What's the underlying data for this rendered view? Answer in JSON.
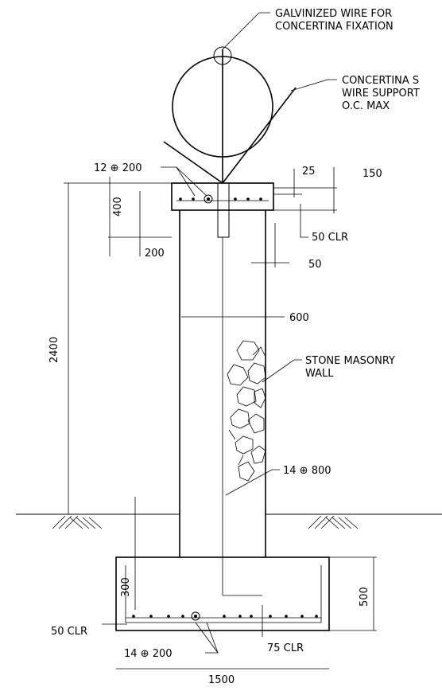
{
  "notes": {
    "galvanized_line1": "GALVINIZED WIRE FOR",
    "galvanized_line2": "CONCERTINA FIXATION",
    "concertina_line1": "CONCERTINA S",
    "concertina_line2": "WIRE SUPPORT",
    "concertina_line3": "O.C. MAX",
    "stone_line1": "STONE MASONRY",
    "stone_line2": "WALL"
  },
  "rebar": {
    "top": "12 ⊕ 200",
    "wall": "14 ⊕ 800",
    "footing": "14 ⊕ 200"
  },
  "dimensions": {
    "d25": "25",
    "d150": "150",
    "d400": "400",
    "d200": "200",
    "clr50_top": "50 CLR",
    "d50": "50",
    "d600": "600",
    "d2400": "2400",
    "d300": "300",
    "d500": "500",
    "clr50_left": "50 CLR",
    "clr75": "75 CLR",
    "d1500": "1500"
  }
}
